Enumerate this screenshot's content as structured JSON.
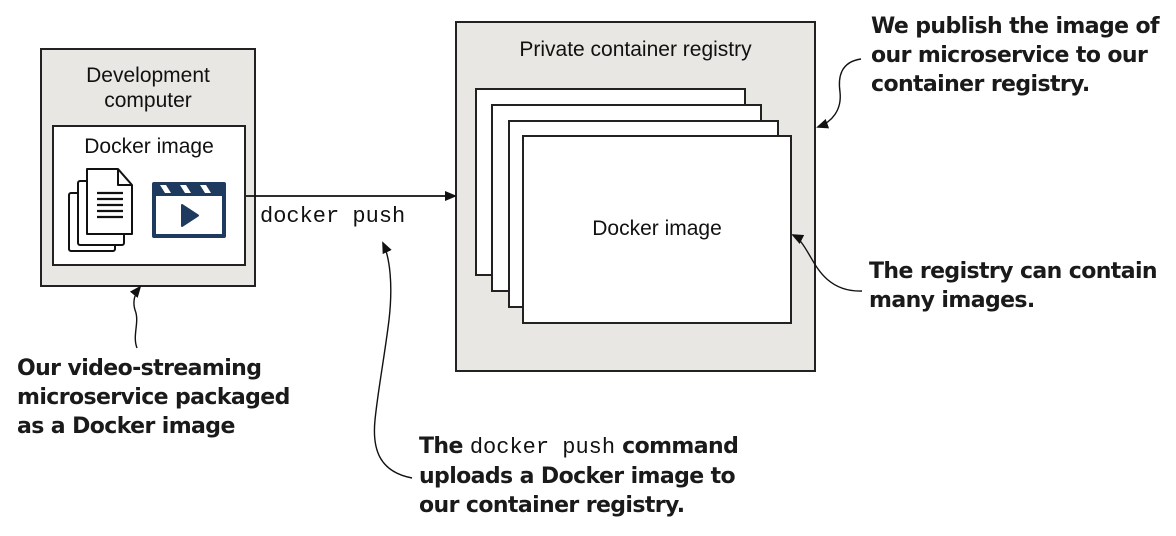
{
  "diagram": {
    "dev_computer": {
      "label_line1": "Development",
      "label_line2": "computer",
      "docker_image": {
        "label": "Docker image",
        "icons": [
          "documents-icon",
          "video-clapper-icon"
        ]
      }
    },
    "push_arrow": {
      "command": "docker push"
    },
    "registry": {
      "label": "Private container registry",
      "stacked_images": 4,
      "front_image_label": "Docker image"
    },
    "callouts": {
      "publish": {
        "lines": [
          "We publish the image of",
          "our microservice to our",
          "container registry."
        ]
      },
      "many_images": {
        "lines": [
          "The registry can contain",
          "many images."
        ]
      },
      "video_streaming": {
        "lines": [
          "Our video-streaming",
          "microservice packaged",
          "as a Docker image"
        ]
      },
      "push_command": {
        "prefix": "The ",
        "command": "docker push",
        "suffix": " command",
        "line2": "uploads a Docker image to",
        "line3": "our container registry."
      }
    },
    "colors": {
      "box_fill": "#e8e7e3",
      "border": "#222222",
      "icon_navy": "#1e3a5f"
    }
  }
}
